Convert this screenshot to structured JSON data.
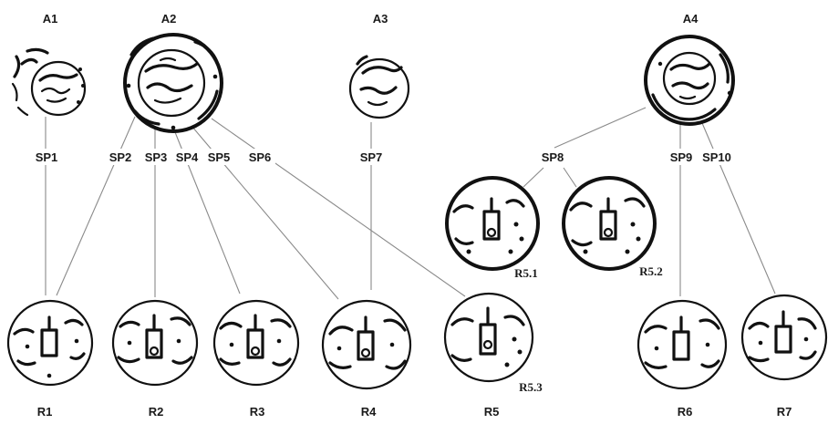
{
  "top_labels": {
    "a1": "A1",
    "a2": "A2",
    "a3": "A3",
    "a4": "A4"
  },
  "link_labels": {
    "sp1": "SP1",
    "sp2": "SP2",
    "sp3": "SP3",
    "sp4": "SP4",
    "sp5": "SP5",
    "sp6": "SP6",
    "sp7": "SP7",
    "sp8": "SP8",
    "sp9": "SP9",
    "sp10": "SP10"
  },
  "bottom_labels": {
    "r1": "R1",
    "r2": "R2",
    "r3": "R3",
    "r4": "R4",
    "r5": "R5",
    "r6": "R6",
    "r7": "R7"
  },
  "sub_labels": {
    "r5_1": "R5.1",
    "r5_2": "R5.2",
    "r5_3": "R5.3"
  }
}
